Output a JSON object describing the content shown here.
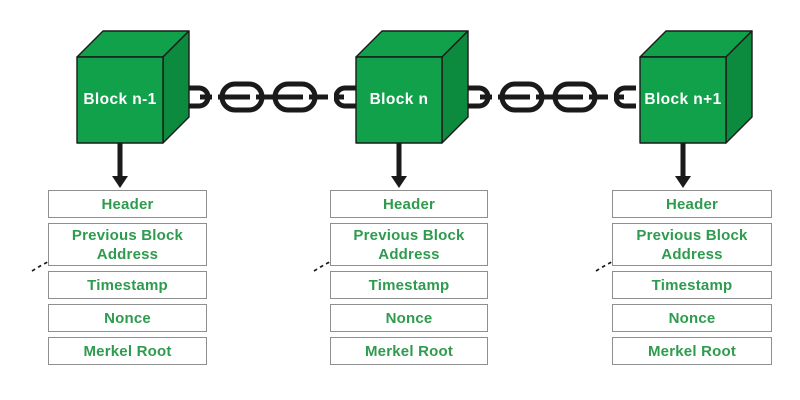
{
  "blocks": [
    {
      "label": "Block n-1",
      "fields": [
        "Header",
        "Previous Block Address",
        "Timestamp",
        "Nonce",
        "Merkel Root"
      ]
    },
    {
      "label": "Block n",
      "fields": [
        "Header",
        "Previous Block Address",
        "Timestamp",
        "Nonce",
        "Merkel Root"
      ]
    },
    {
      "label": "Block n+1",
      "fields": [
        "Header",
        "Previous Block Address",
        "Timestamp",
        "Nonce",
        "Merkel Root"
      ]
    }
  ],
  "colors": {
    "cube_face": "#12A14B",
    "cube_side": "#0C8A3E",
    "cube_outline": "#1A1A1A",
    "chain": "#1A1A1A",
    "arrow": "#1A1A1A",
    "field_text": "#2E9B4E",
    "field_border": "#8F8F8F",
    "cube_label_text": "#FFFFFF",
    "background": "#FFFFFF"
  }
}
